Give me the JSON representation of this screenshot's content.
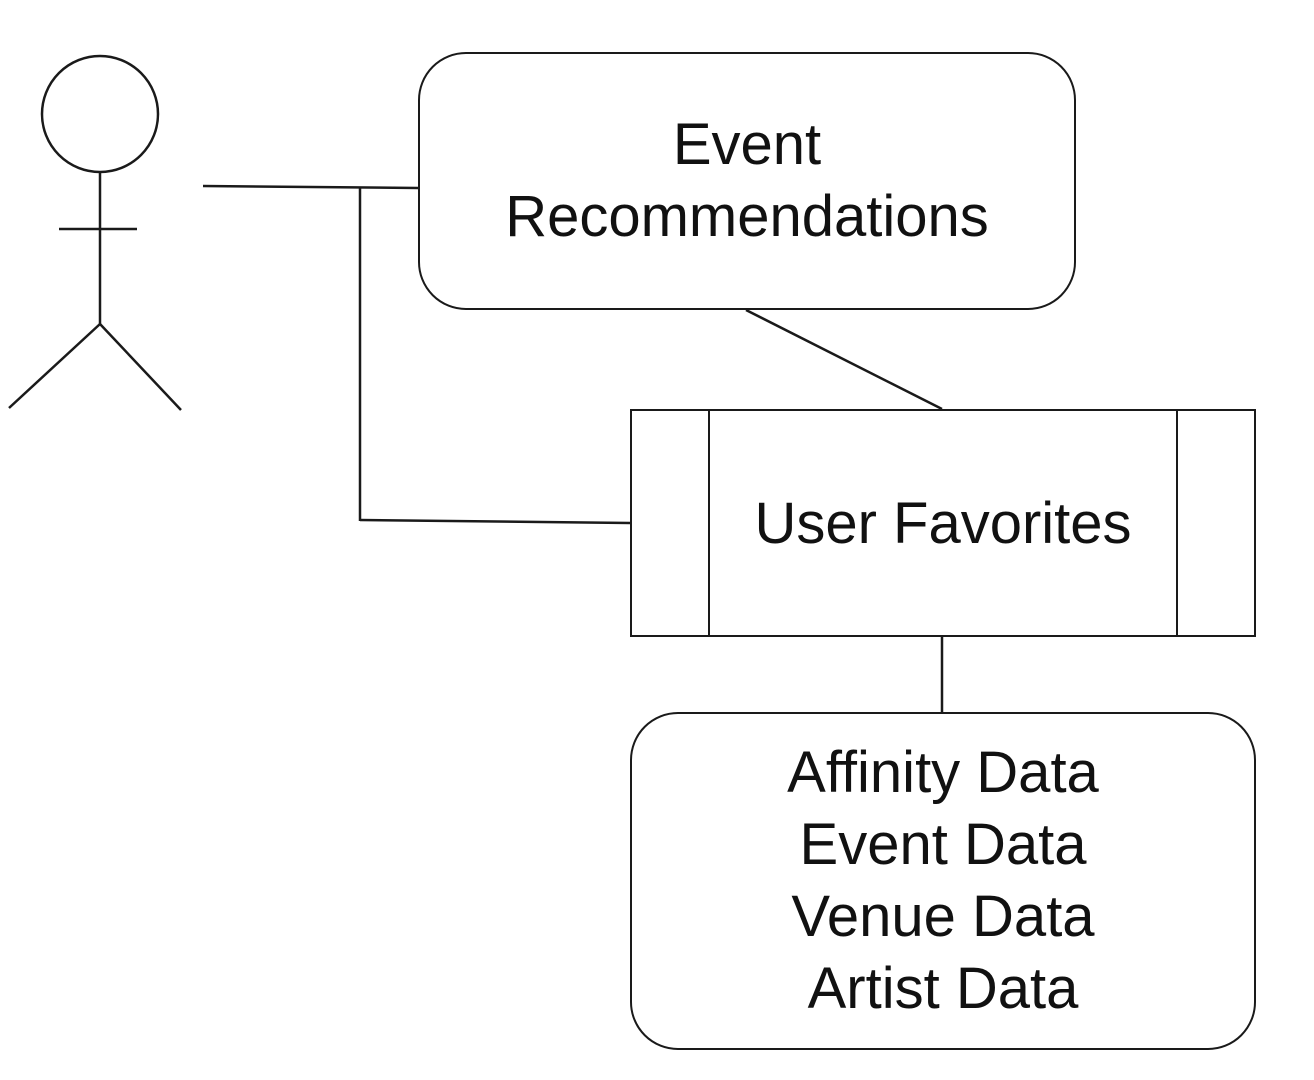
{
  "diagram": {
    "actor": {
      "label": ""
    },
    "event_recommendations": {
      "lines": [
        "Event",
        "Recommendations"
      ]
    },
    "user_favorites": {
      "label": "User Favorites"
    },
    "data_store": {
      "lines": [
        "Affinity Data",
        "Event Data",
        "Venue Data",
        "Artist Data"
      ]
    }
  },
  "colors": {
    "stroke": "#1a1a1a",
    "text": "#111111",
    "background": "#ffffff"
  }
}
